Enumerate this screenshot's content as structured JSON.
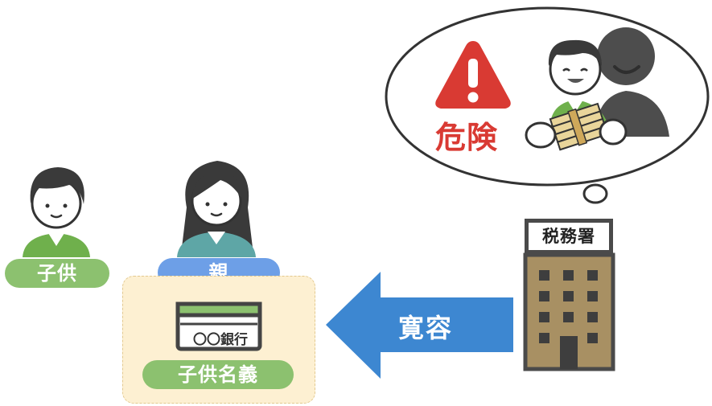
{
  "labels": {
    "child": "子供",
    "parent": "親",
    "child_name": "子供名義",
    "bank": "〇〇銀行",
    "tax_office": "税務署",
    "lenient": "寛容",
    "danger": "危険"
  },
  "colors": {
    "green_pill": "#8cc16f",
    "blue_pill": "#6d9fe7",
    "arrow_blue": "#3d87d1",
    "danger_red": "#d93a33",
    "building_brown": "#a89063",
    "card_bg": "#fdf0d2"
  },
  "icons": [
    "child-person-icon",
    "parent-person-icon",
    "bankbook-icon",
    "tax-office-building-icon",
    "warning-icon",
    "person-holding-money-icon",
    "shadow-person-icon"
  ]
}
